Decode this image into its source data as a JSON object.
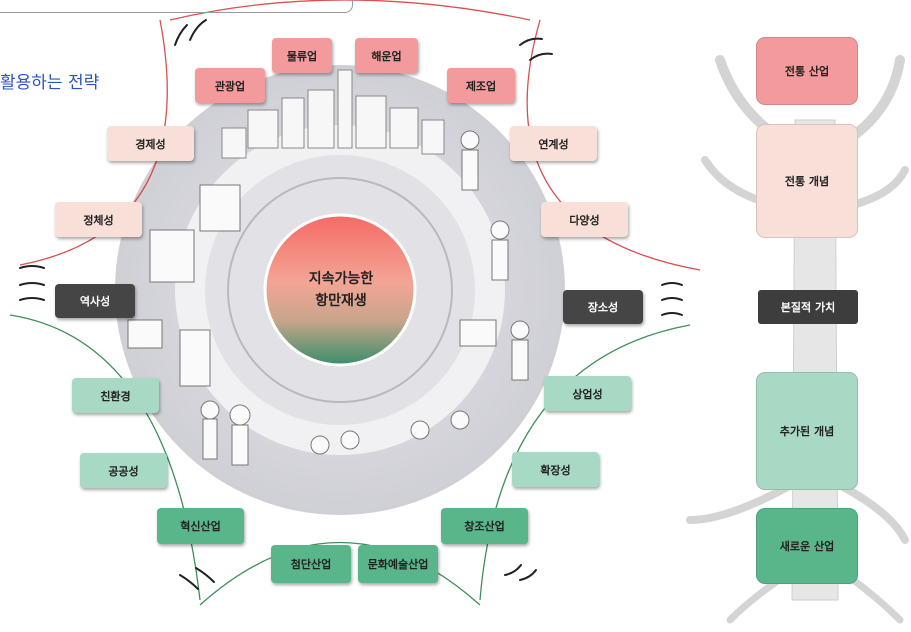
{
  "subtitle": "활용하는 전략",
  "center_label": {
    "line1": "지속가능한",
    "line2": "항만재생"
  },
  "industries": {
    "logistics": "물류업",
    "shipping": "해운업",
    "tourism": "관광업",
    "manufacturing": "제조업",
    "innovation": "혁신산업",
    "cutting_edge": "첨단산업",
    "culture_arts": "문화예술산업",
    "creative": "창조산업"
  },
  "values": {
    "economy": "경제성",
    "connectivity": "연계성",
    "identity": "정체성",
    "diversity": "다양성",
    "history": "역사성",
    "place": "장소성",
    "eco_friendly": "친환경",
    "commercial": "상업성",
    "publicness": "공공성",
    "expansion": "확장성"
  },
  "tree_legend": {
    "traditional_industry": "전통 산업",
    "traditional_concept": "전통 개념",
    "essential_value": "본질적 가치",
    "added_concept": "추가된 개념",
    "new_industry": "새로운 산업"
  },
  "colors": {
    "pink": "#f29a9c",
    "cream": "#f8e0d8",
    "dark": "#454545",
    "mint": "#a8d9c4",
    "green": "#58b68a",
    "subtitle_blue": "#2b53c8"
  }
}
